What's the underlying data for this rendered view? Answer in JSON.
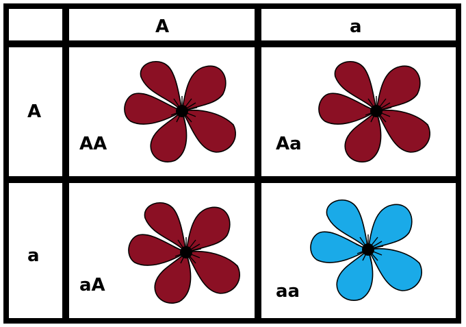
{
  "columns": [
    {
      "allele": "A"
    },
    {
      "allele": "a"
    }
  ],
  "rows": [
    {
      "allele": "A"
    },
    {
      "allele": "a"
    }
  ],
  "cells": [
    {
      "genotype": "AA",
      "flower_color": "#8B1024",
      "flower_icon": "flower-icon"
    },
    {
      "genotype": "Aa",
      "flower_color": "#8B1024",
      "flower_icon": "flower-icon"
    },
    {
      "genotype": "aA",
      "flower_color": "#8B1024",
      "flower_icon": "flower-icon"
    },
    {
      "genotype": "aa",
      "flower_color": "#1AAAE8",
      "flower_icon": "flower-icon"
    }
  ],
  "colors": {
    "grid": "#000000",
    "dominant_flower": "#8B1024",
    "recessive_flower": "#1AAAE8",
    "flower_center": "#000000"
  }
}
